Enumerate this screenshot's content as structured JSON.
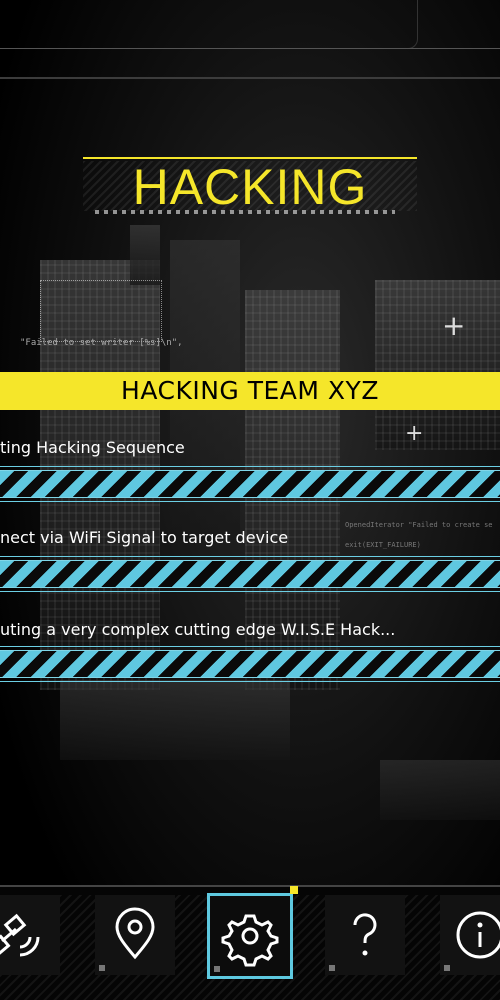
{
  "app": {
    "title": "HACKING",
    "team": "HACKING TEAM XYZ",
    "debug_text": "\"Failed to set writer [%s]\\n\","
  },
  "steps": [
    {
      "label": "ting Hacking Sequence"
    },
    {
      "label": "nect via WiFi Signal to target device"
    },
    {
      "label": "uting a very complex cutting edge W.I.S.E Hack..."
    }
  ],
  "side_code": {
    "line1": "OpenedIterator  \"Failed to create se",
    "line2": "exit(EXIT_FAILURE)"
  },
  "nav": {
    "items": [
      {
        "icon": "satellite-icon",
        "active": false
      },
      {
        "icon": "location-pin-icon",
        "active": false
      },
      {
        "icon": "gear-icon",
        "active": true
      },
      {
        "icon": "question-mark-icon",
        "active": false
      },
      {
        "icon": "info-icon",
        "active": false
      }
    ]
  },
  "colors": {
    "accent_yellow": "#f5e62a",
    "accent_cyan": "#5fc8e0",
    "background": "#000000"
  }
}
